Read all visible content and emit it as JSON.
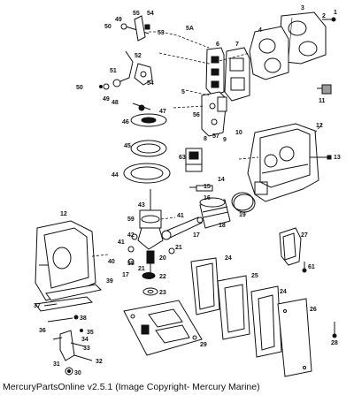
{
  "footer": {
    "caption": "MercuryPartsOnline v2.5.1 (Image Copyright- Mercury Marine)"
  },
  "labels": {
    "l1": "1",
    "l2": "2",
    "l3": "3",
    "l4": "4",
    "l5": "5",
    "l5a": "5A",
    "l6": "6",
    "l7": "7",
    "l8": "8",
    "l9": "9",
    "l10": "10",
    "l11": "11",
    "l12a": "12",
    "l12b": "12",
    "l13": "13",
    "l14": "14",
    "l15": "15",
    "l16": "16",
    "l17a": "17",
    "l17b": "17",
    "l18": "18",
    "l19": "19",
    "l20": "20",
    "l21a": "21",
    "l21b": "21",
    "l22": "22",
    "l23": "23",
    "l24a": "24",
    "l24b": "24",
    "l25": "25",
    "l26": "26",
    "l27": "27",
    "l28": "28",
    "l29": "29",
    "l30": "30",
    "l31": "31",
    "l32": "32",
    "l33": "33",
    "l34": "34",
    "l35": "35",
    "l36": "36",
    "l37": "37",
    "l38": "38",
    "l39": "39",
    "l40": "40",
    "l41a": "41",
    "l41b": "41",
    "l42": "42",
    "l43": "43",
    "l44": "44",
    "l45": "45",
    "l46": "46",
    "l47": "47",
    "l48": "48",
    "l49a": "49",
    "l49b": "49",
    "l50a": "50",
    "l50b": "50",
    "l51": "51",
    "l52": "52",
    "l53": "53",
    "l54a": "54",
    "l54b": "54",
    "l55": "55",
    "l56": "56",
    "l57": "57",
    "l58": "58",
    "l59": "59",
    "l61": "61",
    "l63": "63"
  }
}
